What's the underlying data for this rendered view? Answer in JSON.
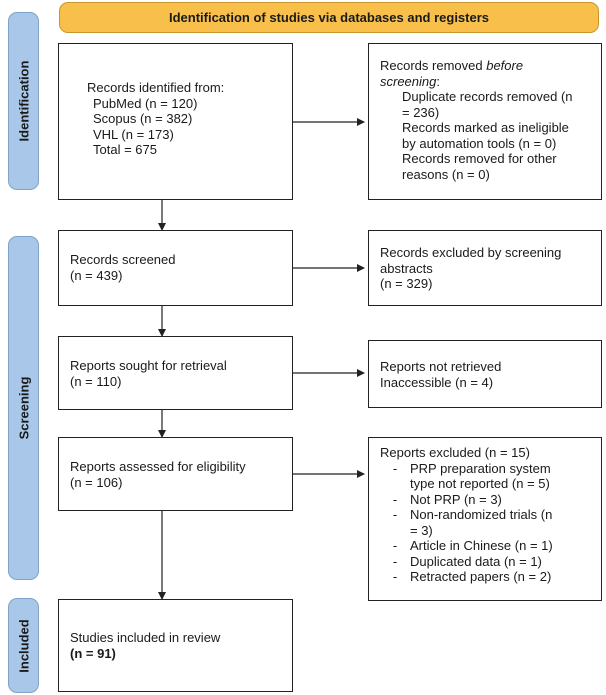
{
  "header": {
    "title": "Identification of studies via databases and registers"
  },
  "stages": {
    "identification": "Identification",
    "screening": "Screening",
    "included": "Included"
  },
  "boxes": {
    "identified": {
      "title": "Records identified from:",
      "items": [
        "PubMed (n = 120)",
        "Scopus (n = 382)",
        "VHL (n = 173)",
        "Total = 675"
      ]
    },
    "removed": {
      "title_a": "Records removed ",
      "title_b": "before",
      "title_c": "screening",
      "title_d": ":",
      "items": [
        [
          "Duplicate records removed (n",
          "= 236)"
        ],
        [
          "Records marked as ineligible",
          "by automation tools (n = 0)"
        ],
        [
          "Records removed for other",
          "reasons (n = 0)"
        ]
      ]
    },
    "screened": {
      "title": "Records screened",
      "count": "(n = 439)"
    },
    "excluded_abstracts": {
      "lines": [
        "Records excluded by screening",
        "abstracts",
        "(n = 329)"
      ]
    },
    "sought": {
      "title": "Reports sought for retrieval",
      "count": "(n = 110)"
    },
    "not_retrieved": {
      "lines": [
        "Reports not retrieved",
        "Inaccessible (n = 4)"
      ]
    },
    "assessed": {
      "title": "Reports assessed for eligibility",
      "count": "(n = 106)"
    },
    "reports_excluded": {
      "title": "Reports excluded (n = 15)",
      "bullet": "-",
      "items": [
        [
          "PRP preparation system",
          "type not reported (n = 5)"
        ],
        [
          "Not PRP (n = 3)"
        ],
        [
          "Non-randomized trials (n",
          "= 3)"
        ],
        [
          "Article in Chinese (n = 1)"
        ],
        [
          "Duplicated data (n = 1)"
        ],
        [
          "Retracted papers (n = 2)"
        ]
      ]
    },
    "included": {
      "title": "Studies included in review",
      "count": "(n = 91)"
    }
  }
}
